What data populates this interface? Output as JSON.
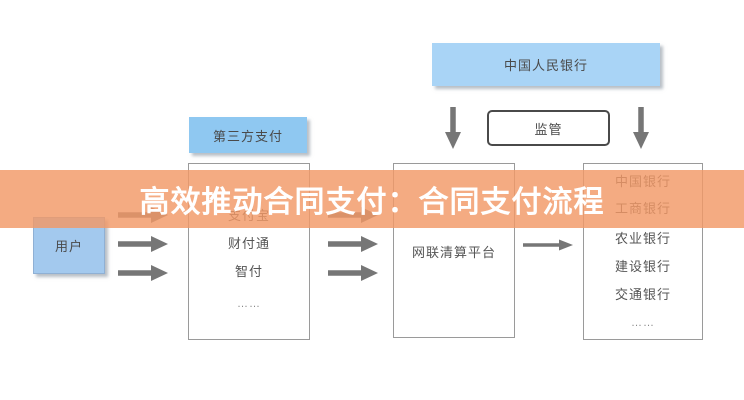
{
  "title": {
    "text": "高效推动合同支付：合同支付流程",
    "text_color": "#ffffff",
    "banner_color": "#f19866"
  },
  "diagram": {
    "user_box": {
      "label": "用户"
    },
    "third_party": {
      "header": "第三方支付",
      "items": [
        "支付宝",
        "财付通",
        "智付",
        "……"
      ]
    },
    "central_bank": {
      "label": "中国人民银行"
    },
    "supervision": {
      "label": "监管"
    },
    "clearing_platform": {
      "label": "网联清算平台"
    },
    "banks": {
      "items": [
        "中国银行",
        "工商银行",
        "农业银行",
        "建设银行",
        "交通银行",
        "……"
      ]
    },
    "icons": {
      "arrow_right": "arrow-right-icon",
      "arrow_down": "arrow-down-icon"
    },
    "colors": {
      "central_bank_blue": "#a9d4f6",
      "header_blue": "#8fc8f1",
      "user_blue": "#a3c9ee",
      "box_border": "#9a9a9a",
      "supervision_border": "#4a4a4a",
      "arrow_gray": "#767676",
      "text": "#4a4a4a"
    }
  }
}
